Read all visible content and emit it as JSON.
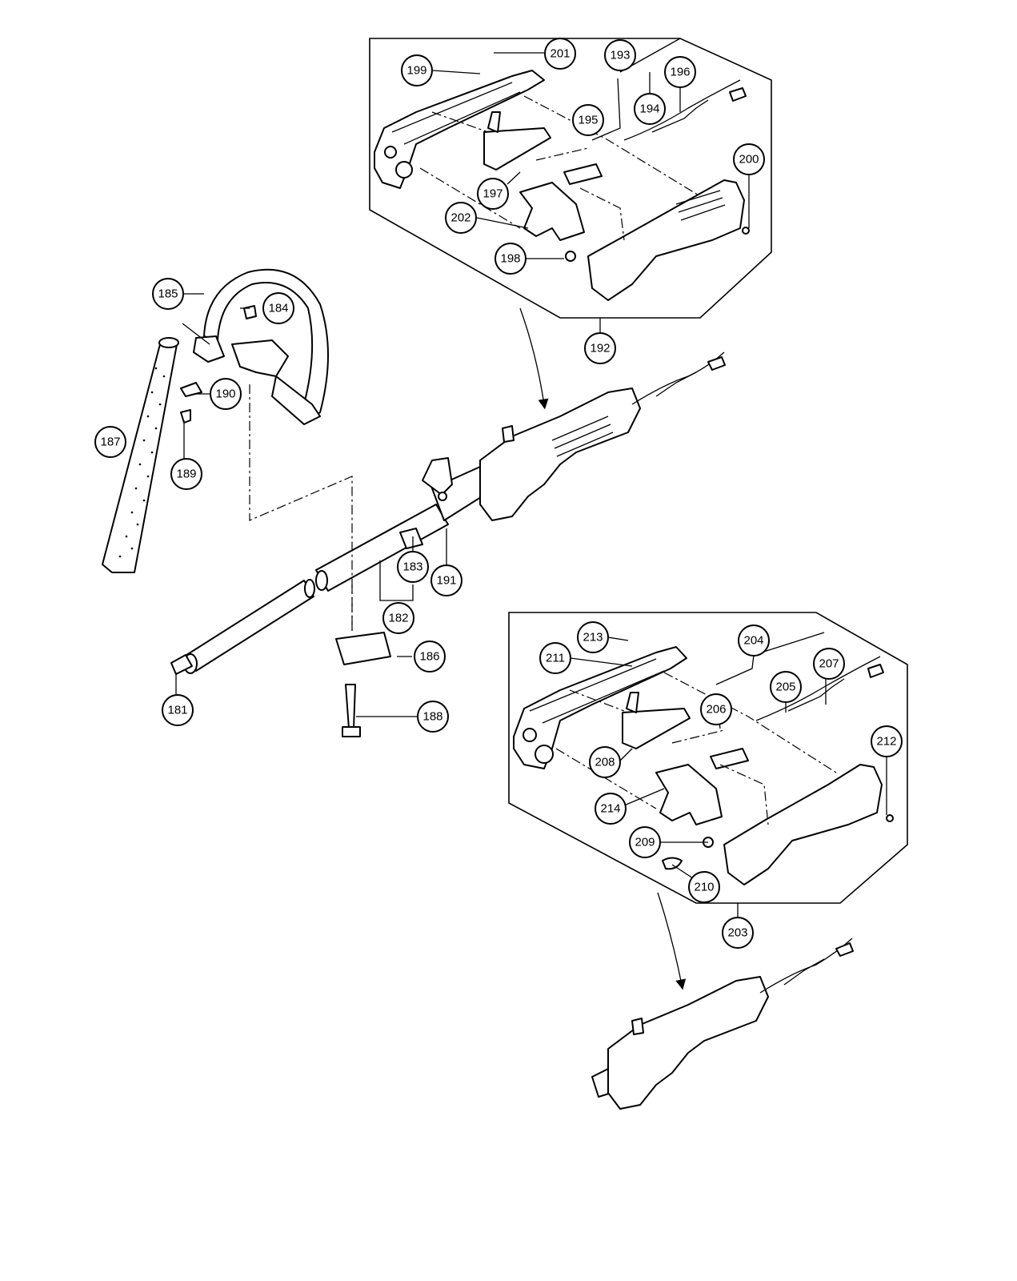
{
  "diagram": {
    "callouts": [
      "181",
      "182",
      "183",
      "184",
      "185",
      "186",
      "187",
      "188",
      "189",
      "190",
      "191",
      "192",
      "193",
      "194",
      "195",
      "196",
      "197",
      "198",
      "199",
      "200",
      "201",
      "202",
      "203",
      "204",
      "205",
      "206",
      "207",
      "208",
      "209",
      "210",
      "211",
      "212",
      "213",
      "214"
    ]
  }
}
